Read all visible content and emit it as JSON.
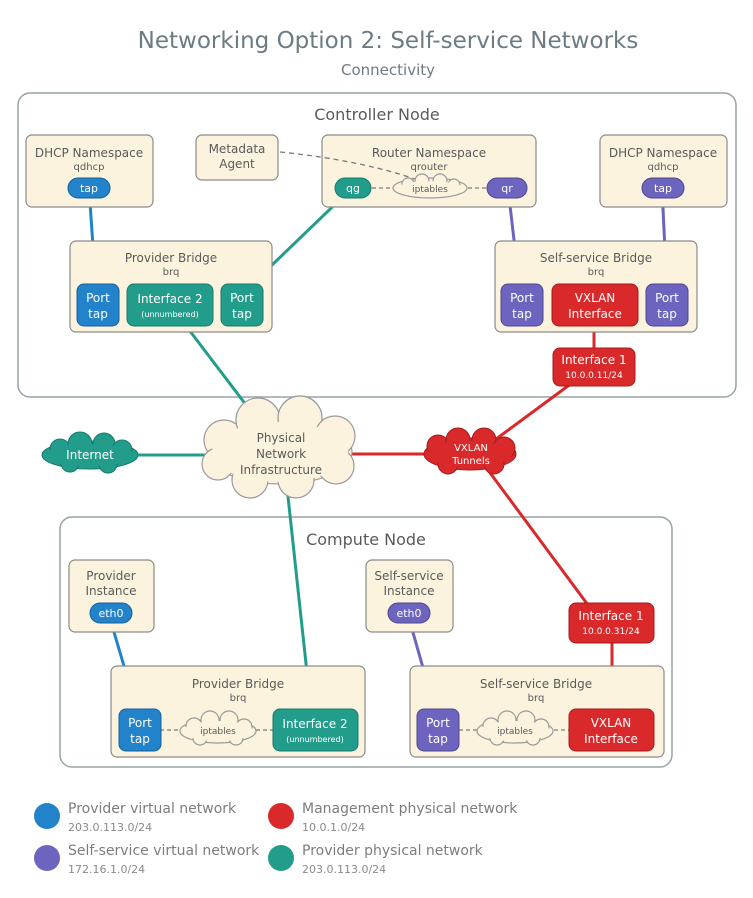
{
  "title": "Networking Option 2: Self-service Networks",
  "subtitle": "Connectivity",
  "colors": {
    "provider_virtual": "#2283cb",
    "selfservice_virtual": "#6c64be",
    "management_physical": "#d9292b",
    "provider_physical": "#239d8b",
    "box_fill": "#fbf3de",
    "node_border": "#98a4a8",
    "text": "#5a5a5a"
  },
  "controller": {
    "title": "Controller Node",
    "dhcp_left": {
      "title": "DHCP Namespace",
      "sub": "qdhcp",
      "tap": "tap"
    },
    "metadata": {
      "line1": "Metadata",
      "line2": "Agent"
    },
    "router": {
      "title": "Router Namespace",
      "sub": "qrouter",
      "qg": "qg",
      "iptables": "iptables",
      "qr": "qr"
    },
    "dhcp_right": {
      "title": "DHCP Namespace",
      "sub": "qdhcp",
      "tap": "tap"
    },
    "provider_bridge": {
      "title": "Provider Bridge",
      "sub": "brq",
      "port1a": "Port",
      "port1b": "tap",
      "iface_a": "Interface 2",
      "iface_b": "(unnumbered)",
      "port2a": "Port",
      "port2b": "tap"
    },
    "selfservice_bridge": {
      "title": "Self-service Bridge",
      "sub": "brq",
      "port1a": "Port",
      "port1b": "tap",
      "vxlan_a": "VXLAN",
      "vxlan_b": "Interface",
      "port2a": "Port",
      "port2b": "tap"
    },
    "interface1": {
      "name": "Interface 1",
      "ip": "10.0.0.11/24"
    }
  },
  "middle": {
    "internet": "Internet",
    "physical_a": "Physical",
    "physical_b": "Network",
    "physical_c": "Infrastructure",
    "vxlan_a": "VXLAN",
    "vxlan_b": "Tunnels"
  },
  "compute": {
    "title": "Compute Node",
    "provider_instance": {
      "line1": "Provider",
      "line2": "Instance",
      "eth": "eth0"
    },
    "selfservice_instance": {
      "line1": "Self-service",
      "line2": "Instance",
      "eth": "eth0"
    },
    "interface1": {
      "name": "Interface 1",
      "ip": "10.0.0.31/24"
    },
    "provider_bridge": {
      "title": "Provider Bridge",
      "sub": "brq",
      "port_a": "Port",
      "port_b": "tap",
      "iptables": "iptables",
      "iface_a": "Interface 2",
      "iface_b": "(unnumbered)"
    },
    "selfservice_bridge": {
      "title": "Self-service Bridge",
      "sub": "brq",
      "port_a": "Port",
      "port_b": "tap",
      "iptables": "iptables",
      "vxlan_a": "VXLAN",
      "vxlan_b": "Interface"
    }
  },
  "legend": [
    {
      "name": "Provider virtual network",
      "sub": "203.0.113.0/24",
      "color": "#2283cb"
    },
    {
      "name": "Management physical network",
      "sub": "10.0.1.0/24",
      "color": "#d9292b"
    },
    {
      "name": "Self-service virtual network",
      "sub": "172.16.1.0/24",
      "color": "#6c64be"
    },
    {
      "name": "Provider physical network",
      "sub": "203.0.113.0/24",
      "color": "#239d8b"
    }
  ]
}
